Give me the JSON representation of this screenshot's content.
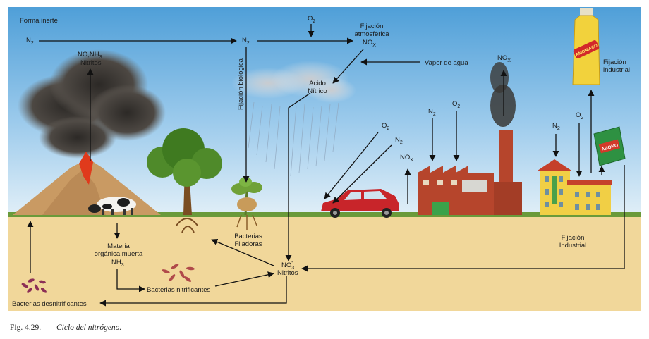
{
  "labels": {
    "forma_inerte": "Forma inerte",
    "n2_left": "N",
    "n2_center": "N",
    "no_nh3": "NO,NH",
    "nitritos_top": "Nitritos",
    "o2_top": "O",
    "fijacion_atm_1": "Fijación",
    "fijacion_atm_2": "atmosférica",
    "nox_atm": "NO",
    "vapor": "Vapor de agua",
    "acido_1": "Ácido",
    "acido_2": "Nítrico",
    "fijacion_bio": "Fijación biológica",
    "bact_fij_1": "Bacterias",
    "bact_fij_2": "Fijadoras",
    "mat_1": "Materia",
    "mat_2": "orgánica muerta",
    "mat_nh3": "NH",
    "bact_nit": "Bacterias nitrificantes",
    "bact_desn": "Bacterias desnitrificantes",
    "no3": "NO",
    "nitritos_mid": "Nitritos",
    "car_o2": "O",
    "car_n2": "N",
    "car_nox": "NO",
    "fac_n2": "N",
    "fac_o2": "O",
    "fac_nox": "NO",
    "ind_n2": "N",
    "ind_o2": "O",
    "fij_ind_top_1": "Fijación",
    "fij_ind_top_2": "industrial",
    "fij_ind_low_1": "Fijación",
    "fij_ind_low_2": "Industrial",
    "bottle_text": "AMONIACO",
    "bag_text": "ABONO"
  },
  "subscripts": {
    "two": "2",
    "three": "3",
    "x": "X",
    "neg": "-"
  },
  "caption": {
    "fig": "Fig. 4.29.",
    "title": "Ciclo del nitrógeno."
  },
  "colors": {
    "sky_top": "#4f9fd8",
    "sky_bottom": "#d6eaf6",
    "soil": "#f1d79a",
    "grass": "#6a9a3a",
    "factory": "#b6452c",
    "car": "#c8252a",
    "volcano": "#c99a63",
    "smoke": "#3e3a36",
    "building": "#f1cf45"
  }
}
